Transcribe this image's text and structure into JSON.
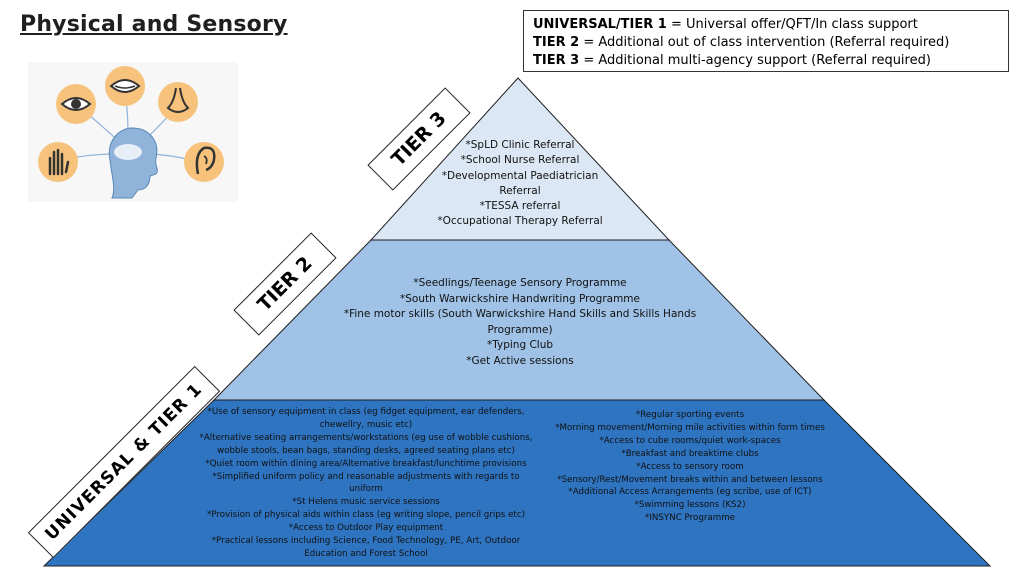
{
  "title": "Physical and Sensory",
  "legend": [
    {
      "key": "UNIVERSAL/TIER 1",
      "desc": "= Universal offer/QFT/In class support"
    },
    {
      "key": "TIER 2",
      "desc": "= Additional out of class intervention (Referral required)"
    },
    {
      "key": "TIER 3",
      "desc": "= Additional multi-agency support (Referral required)"
    }
  ],
  "tier_labels": {
    "tier3": "TIER 3",
    "tier2": "TIER 2",
    "tier1": "UNIVERSAL & TIER 1"
  },
  "tier3_items": [
    "*SpLD Clinic Referral",
    "*School Nurse Referral",
    "*Developmental Paediatrician Referral",
    "*TESSA referral",
    "*Occupational Therapy Referral"
  ],
  "tier2_items": [
    "*Seedlings/Teenage Sensory Programme",
    "*South Warwickshire Handwriting Programme",
    "*Fine motor skills (South Warwickshire Hand Skills and Skills Hands Programme)",
    "*Typing Club",
    "*Get Active sessions"
  ],
  "tier1_left_items": [
    "*Use of sensory equipment in class (eg fidget equipment, ear defenders, chewellry, music etc)",
    "*Alternative seating arrangements/workstations (eg use of wobble cushions, wobble stools, bean bags, standing desks, agreed seating plans etc)",
    "*Quiet room within dining area/Alternative breakfast/lunchtime provisions",
    "*Simplified uniform policy and reasonable adjustments with regards to uniform",
    "*St Helens music service sessions",
    "*Provision of physical aids within class (eg writing slope, pencil grips etc)",
    "*Access to Outdoor Play equipment",
    "*Practical lessons including Science, Food Technology, PE, Art, Outdoor Education and Forest School"
  ],
  "tier1_right_items": [
    "*Regular sporting events",
    "*Morning movement/Morning mile activities within form times",
    "*Access to cube rooms/quiet work-spaces",
    "*Breakfast and breaktime clubs",
    "*Access to sensory room",
    "*Sensory/Rest/Movement breaks within and between lessons",
    "*Additional Access Arrangements (eg scribe, use of ICT)",
    "*Swimming lessons (KS2)",
    "*INSYNC Programme"
  ],
  "colors": {
    "tier3": "#dbe7f4",
    "tier2": "#9fc2e6",
    "tier1": "#2e74c0",
    "sense_bubble": "#f6c27c",
    "head": "#8fb3d9"
  },
  "senses_icons": [
    "eye-icon",
    "mouth-icon",
    "nose-icon",
    "hand-icon",
    "ear-icon",
    "head-icon"
  ]
}
